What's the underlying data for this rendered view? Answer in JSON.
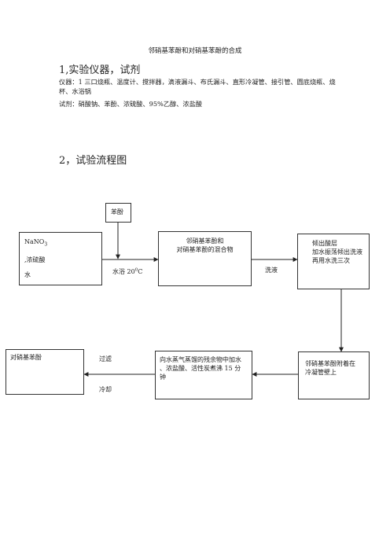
{
  "doc": {
    "title": "邻硝基苯酚和对硝基苯酚的合成",
    "section1": "1,实验仪器，试剂",
    "instruments": "仪器：1 三口烧瓶、温度计、搅拌器，滴液漏斗、布氏漏斗、直形冷凝管、接引管、圆底烧瓶、烧杯、水浴锅",
    "reagents": "试剂：硝酸钠、苯酚、浓硫酸、95%乙醇、浓盐酸",
    "section2": "2，试验流程图"
  },
  "flow": {
    "phenol": "苯酚",
    "input_box": {
      "line1": "NaNO",
      "line1_sub": "3",
      "line2": ",浓硫酸",
      "line3": "水"
    },
    "mixture": {
      "line1": "邻硝基苯酚和",
      "line2": "对硝基苯酚的混合物"
    },
    "treat": {
      "line1": "倾出酸层",
      "line2": "加水振荡倾出洗液",
      "line3": "再用水洗三次"
    },
    "ortho": {
      "line1": "邻硝基苯酚附着在",
      "line2": "冷凝管壁上"
    },
    "residue": {
      "line1": "向水蒸气蒸馏的残余物中加水",
      "line2": "、浓盐酸、活性炭煮沸 15 分",
      "line3": "钟"
    },
    "para": "对硝基苯酚",
    "water_bath": "水浴 20",
    "water_bath_sup": "0",
    "water_bath_unit": "C",
    "wash": "洗液",
    "filter": "过滤",
    "cool": "冷却"
  }
}
